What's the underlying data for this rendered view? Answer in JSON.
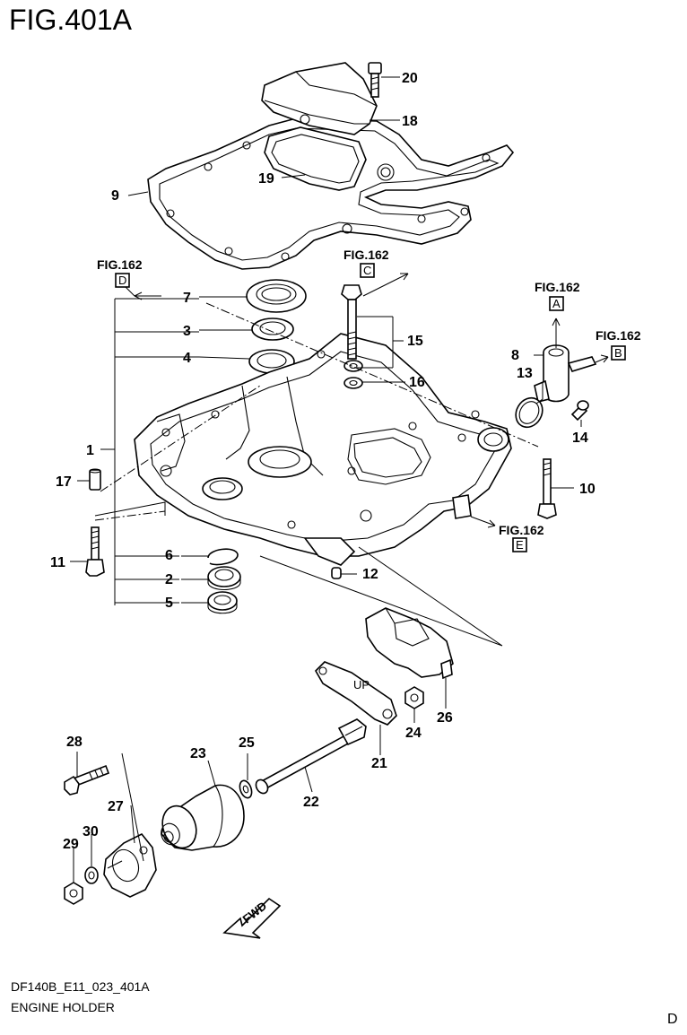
{
  "figure": {
    "title": "FIG.401A",
    "code": "DF140B_E11_023_401A",
    "name": "ENGINE HOLDER",
    "corner_letter": "D",
    "direction_label": "FWD"
  },
  "callouts": [
    "20",
    "18",
    "19",
    "9",
    "7",
    "3",
    "4",
    "15",
    "16",
    "1",
    "17",
    "11",
    "6",
    "2",
    "5",
    "8",
    "13",
    "14",
    "10",
    "12",
    "24",
    "26",
    "21",
    "22",
    "23",
    "25",
    "28",
    "27",
    "30",
    "29"
  ],
  "figure_refs": [
    {
      "text": "FIG.162",
      "box": "D"
    },
    {
      "text": "FIG.162",
      "box": "C"
    },
    {
      "text": "FIG.162",
      "box": "A"
    },
    {
      "text": "FIG.162",
      "box": "B"
    },
    {
      "text": "FIG.162",
      "box": "E"
    }
  ],
  "bracket_mark": "UP"
}
